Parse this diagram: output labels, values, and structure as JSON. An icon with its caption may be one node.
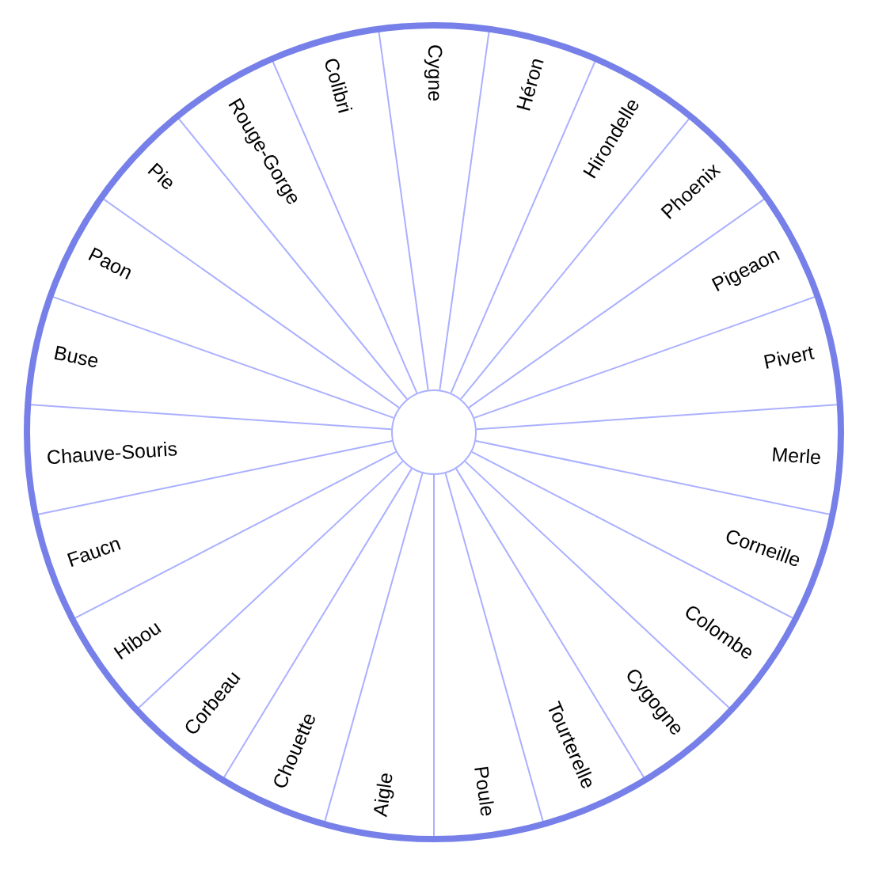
{
  "diagram": {
    "nodes": [
      {
        "text": [
          "Cygne"
        ]
      },
      {
        "text": [
          "Héron"
        ]
      },
      {
        "text": [
          "Hirondelle"
        ]
      },
      {
        "text": [
          "Phoenix"
        ]
      },
      {
        "text": [
          "Pigeaon"
        ]
      },
      {
        "text": [
          "Pivert"
        ]
      },
      {
        "text": [
          "Merle"
        ]
      },
      {
        "text": [
          "Corneille"
        ]
      },
      {
        "text": [
          "Colombe"
        ]
      },
      {
        "text": [
          "Cygogne"
        ]
      },
      {
        "text": [
          "Tourterelle"
        ]
      },
      {
        "text": [
          "Poule"
        ]
      },
      {
        "text": [
          "Aigle"
        ]
      },
      {
        "text": [
          "Chouette"
        ]
      },
      {
        "text": [
          "Corbeau"
        ]
      },
      {
        "text": [
          "Hibou"
        ]
      },
      {
        "text": [
          "Faucn"
        ]
      },
      {
        "text": [
          "Chauve-Souris"
        ]
      },
      {
        "text": [
          "Buse"
        ]
      },
      {
        "text": [
          "Paon"
        ]
      },
      {
        "text": [
          "Pie"
        ]
      },
      {
        "text": [
          "Rouge-Gorge"
        ]
      },
      {
        "text": [
          "Colibri"
        ]
      },
      {
        "text": [],
        "shape": "circle"
      }
    ]
  }
}
